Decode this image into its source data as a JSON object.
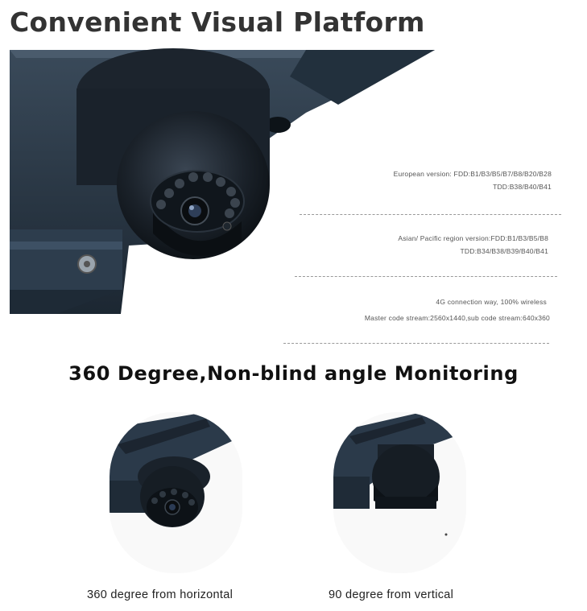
{
  "header": {
    "title": "Convenient Visual Platform"
  },
  "specs": {
    "european_line1": "European version:  FDD:B1/B3/B5/B7/B8/B20/B28",
    "european_line2": "TDD:B38/B40/B41",
    "asia_line1": "Asian/ Pacific region version:FDD:B1/B3/B5/B8",
    "asia_line2": "TDD:B34/B38/B39/B40/B41",
    "connection": "4G connection way, 100% wireless",
    "stream": "Master code stream:2560x1440,sub code stream:640x360"
  },
  "monitoring": {
    "title": "360 Degree,Non-blind angle Monitoring",
    "left_caption": "360 degree from horizontal",
    "right_caption": "90 degree from vertical"
  },
  "icons": {
    "hero": "dome-camera-icon",
    "left": "dome-camera-horizontal-icon",
    "right": "dome-camera-vertical-icon"
  },
  "colors": {
    "camera_body": "#1f2a36",
    "camera_dark": "#0f141a",
    "housing": "#2b3a4a",
    "title": "#333333"
  }
}
